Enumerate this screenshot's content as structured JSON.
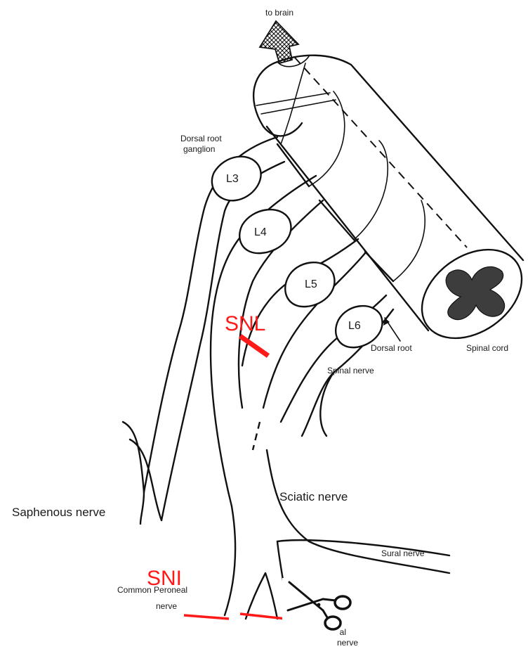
{
  "labels": {
    "to_brain": "to brain",
    "drg_line1": "Dorsal root",
    "drg_line2": "ganglion",
    "dorsal_root": "Dorsal root",
    "spinal_cord": "Spinal cord",
    "spinal_nerve": "Spinal nerve",
    "sciatic_nerve": "Sciatic nerve",
    "saphenous_nerve": "Saphenous nerve",
    "sural_nerve": "Sural nerve",
    "common_peroneal_line1": "Common Peroneal",
    "common_peroneal_line2": "nerve",
    "tibial_line1": "ial",
    "tibial_line2": "nerve"
  },
  "nodes": {
    "l3": "L3",
    "l4": "L4",
    "l5": "L5",
    "l6": "L6"
  },
  "injuries": {
    "snl": "SNL",
    "sni": "SNI"
  },
  "colors": {
    "injury": "#ff1a1a",
    "ink": "#111111",
    "cord_gray": "#3d3d3d"
  },
  "icons": {
    "arrow": "hatched-arrow-up-icon",
    "scissors": "scissors-icon"
  }
}
